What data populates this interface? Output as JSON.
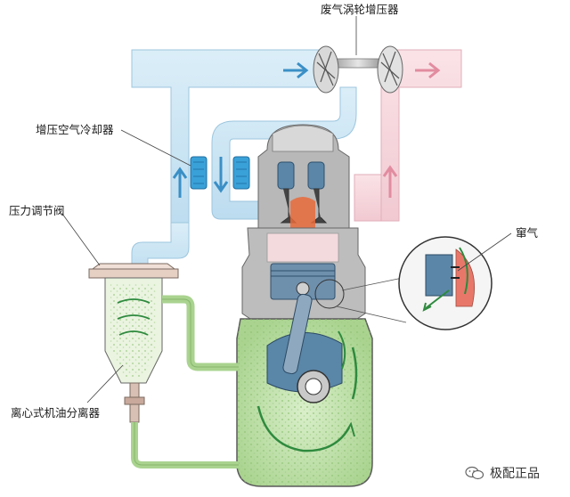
{
  "labels": {
    "turbocharger": "废气涡轮增压器",
    "intercooler": "增压空气冷却器",
    "pressure_valve": "压力调节阀",
    "blowby": "窜气",
    "oil_separator": "离心式机油分离器"
  },
  "watermark": {
    "text": "极配正品",
    "icon": "wechat-icon"
  },
  "colors": {
    "intake_air": "#cfe6f3",
    "exhaust_gas": "#f6d6dc",
    "crankcase_oil": "#c8e6b4",
    "engine_gray": "#bdbdbd",
    "combustion_red": "#e86a3a",
    "intercooler_blue": "#3aa0d8"
  }
}
